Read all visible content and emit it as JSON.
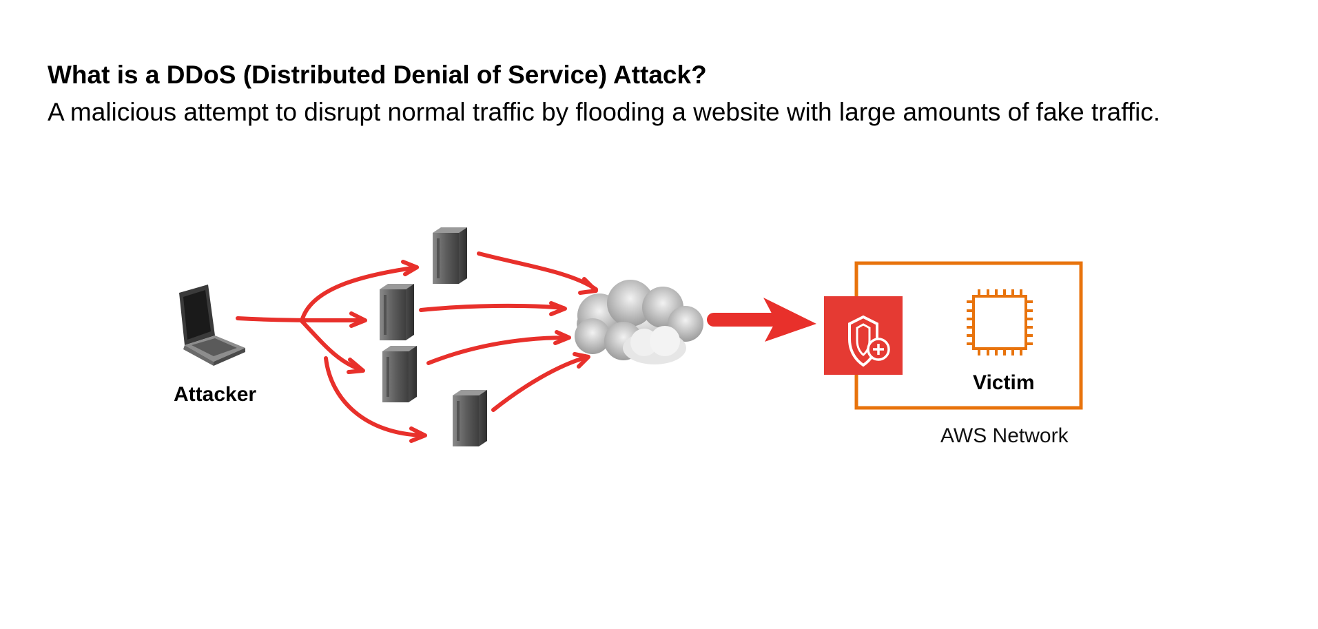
{
  "heading": {
    "title": "What is a DDoS (Distributed Denial of Service) Attack?",
    "subtitle": "A malicious attempt to disrupt normal traffic by flooding a website with large amounts of fake traffic."
  },
  "diagram": {
    "attacker_label": "Attacker",
    "victim_label": "Victim",
    "network_label": "AWS Network",
    "colors": {
      "arrow": "#e8302b",
      "network_border": "#e8730c",
      "shield_bg": "#e53a33",
      "chip": "#e8730c",
      "server": "#6b6b6b"
    },
    "icons": [
      "laptop-icon",
      "server-icon",
      "cloud-icon",
      "shield-icon",
      "chip-icon"
    ]
  }
}
